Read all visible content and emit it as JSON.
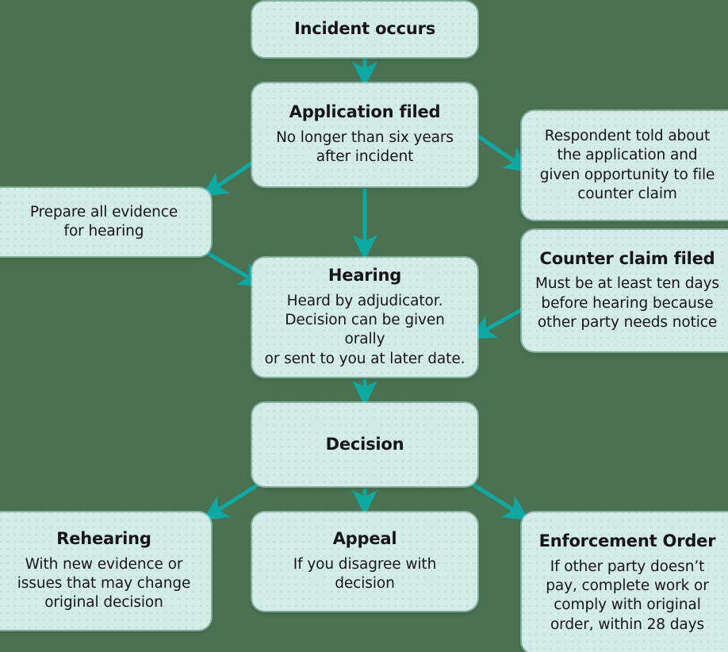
{
  "diagram": {
    "title": "Dispute resolution process flowchart",
    "background_color": "#4a7251",
    "node_fill_color": "#d4ece7",
    "arrow_color": "#0fa9a4",
    "text_color": "#161616",
    "nodes": [
      {
        "id": "incident",
        "title": "Incident occurs",
        "body": ""
      },
      {
        "id": "application",
        "title": "Application filed",
        "body": "No longer than six years\nafter incident"
      },
      {
        "id": "respondent",
        "title": "",
        "body": "Respondent told about\nthe application and\ngiven opportunity to file\ncounter claim"
      },
      {
        "id": "prepare",
        "title": "",
        "body": "Prepare all evidence\nfor hearing"
      },
      {
        "id": "hearing",
        "title": "Hearing",
        "body": "Heard by adjudicator.\nDecision can be given orally\nor sent to you at later date."
      },
      {
        "id": "counter",
        "title": "Counter claim filed",
        "body": "Must be at least ten days\nbefore hearing because\nother party needs notice"
      },
      {
        "id": "decision",
        "title": "Decision",
        "body": ""
      },
      {
        "id": "rehearing",
        "title": "Rehearing",
        "body": "With new evidence or\nissues that may change\noriginal decision"
      },
      {
        "id": "appeal",
        "title": "Appeal",
        "body": "If you disagree with\ndecision"
      },
      {
        "id": "enforcement",
        "title": "Enforcement Order",
        "body": "If other party doesn’t\npay, complete work or\ncomply with original\norder, within 28 days"
      }
    ],
    "edges": [
      {
        "from": "incident",
        "to": "application"
      },
      {
        "from": "application",
        "to": "prepare"
      },
      {
        "from": "application",
        "to": "respondent"
      },
      {
        "from": "application",
        "to": "hearing"
      },
      {
        "from": "prepare",
        "to": "hearing"
      },
      {
        "from": "counter",
        "to": "hearing"
      },
      {
        "from": "hearing",
        "to": "decision"
      },
      {
        "from": "decision",
        "to": "rehearing"
      },
      {
        "from": "decision",
        "to": "appeal"
      },
      {
        "from": "decision",
        "to": "enforcement"
      }
    ]
  }
}
